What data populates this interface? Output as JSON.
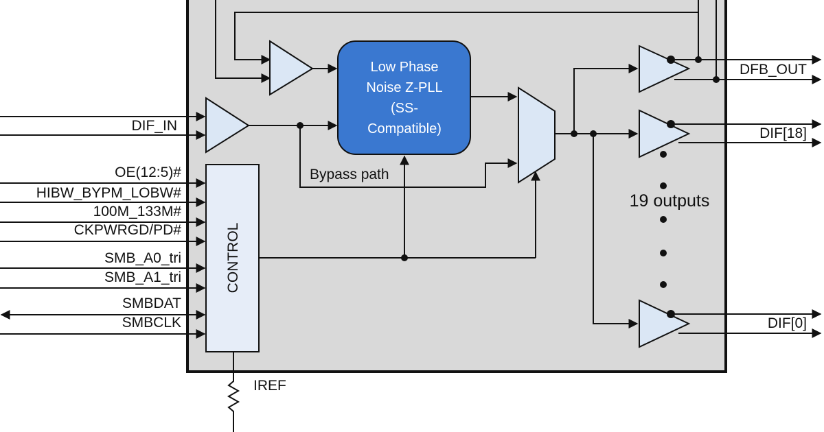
{
  "pll": {
    "lines": [
      "Low Phase",
      "Noise Z-PLL",
      "(SS-",
      "Compatible)"
    ],
    "fill": "#3a78d0"
  },
  "control": {
    "label": "CONTROL",
    "fill": "#e6edf8"
  },
  "block_fill": "#d9d9d9",
  "buffer_fill": "#dbe7f5",
  "inputs": {
    "dif_in": "DIF_IN",
    "oe": "OE(12:5)#",
    "hibw": "HIBW_BYPM_LOBW#",
    "freq_sel": "100M_133M#",
    "ckpwrgd": "CKPWRGD/PD#",
    "smb_a0": "SMB_A0_tri",
    "smb_a1": "SMB_A1_tri",
    "smbdat": "SMBDAT",
    "smbclk": "SMBCLK"
  },
  "outputs": {
    "dfb_out": "DFB_OUT",
    "dif18": "DIF[18]",
    "dif0": "DIF[0]",
    "count": "19 outputs"
  },
  "bypass_label": "Bypass path",
  "iref_label": "IREF"
}
